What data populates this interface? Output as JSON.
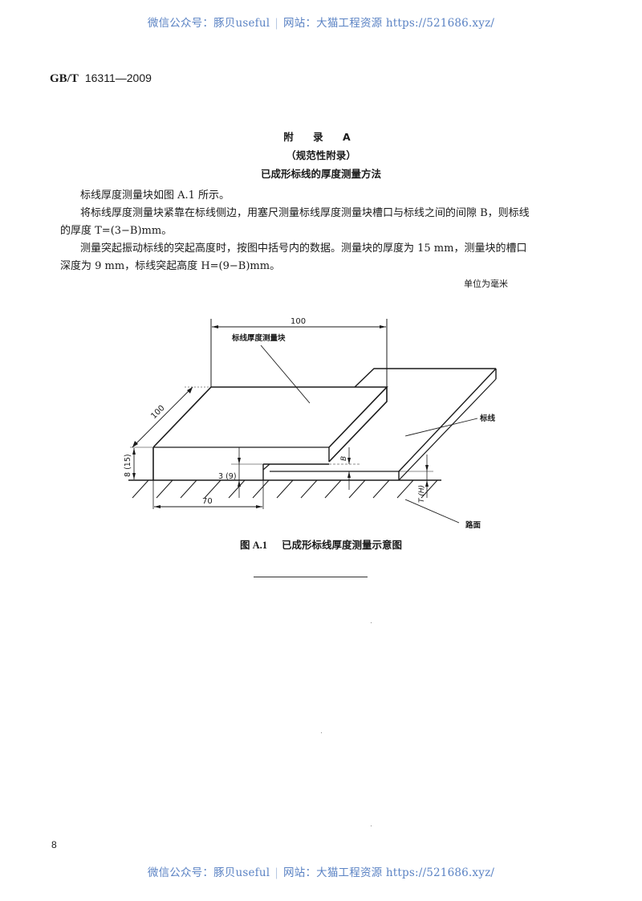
{
  "watermark": {
    "left": "微信公众号：豚贝useful",
    "separator": "|",
    "right": "网站：大猫工程资源 https://521686.xyz/"
  },
  "header": {
    "standard_prefix": "GB/T",
    "standard_number": "16311—2009"
  },
  "appendix": {
    "title": "附 录 A",
    "type": "（规范性附录）",
    "subtitle": "已成形标线的厚度测量方法"
  },
  "body": {
    "p1": "标线厚度测量块如图 A.1 所示。",
    "p2_line1": "将标线厚度测量块紧靠在标线侧边，用塞尺测量标线厚度测量块槽口与标线之间的间隙 B，则标线",
    "p2_line2": "的厚度 T=(3−B)mm。",
    "p3_line1": "测量突起振动标线的突起高度时，按图中括号内的数据。测量块的厚度为 15 mm，测量块的槽口",
    "p3_line2": "深度为 9 mm，标线突起高度 H=(9−B)mm。",
    "units_note": "单位为毫米"
  },
  "figure": {
    "labels": {
      "width_dim": "100",
      "depth_dim": "100",
      "block_height_dim": "8 (15)",
      "slot_depth_dim": "3 (9)",
      "slot_width_dim": "70",
      "gap_label": "B",
      "thickness_label": "T (H)",
      "block_label": "标线厚度测量块",
      "marking_label": "标线",
      "road_label": "路面"
    },
    "caption_number": "图 A.1",
    "caption_text": "已成形标线厚度测量示意图"
  },
  "footer": {
    "page_number": "8"
  }
}
